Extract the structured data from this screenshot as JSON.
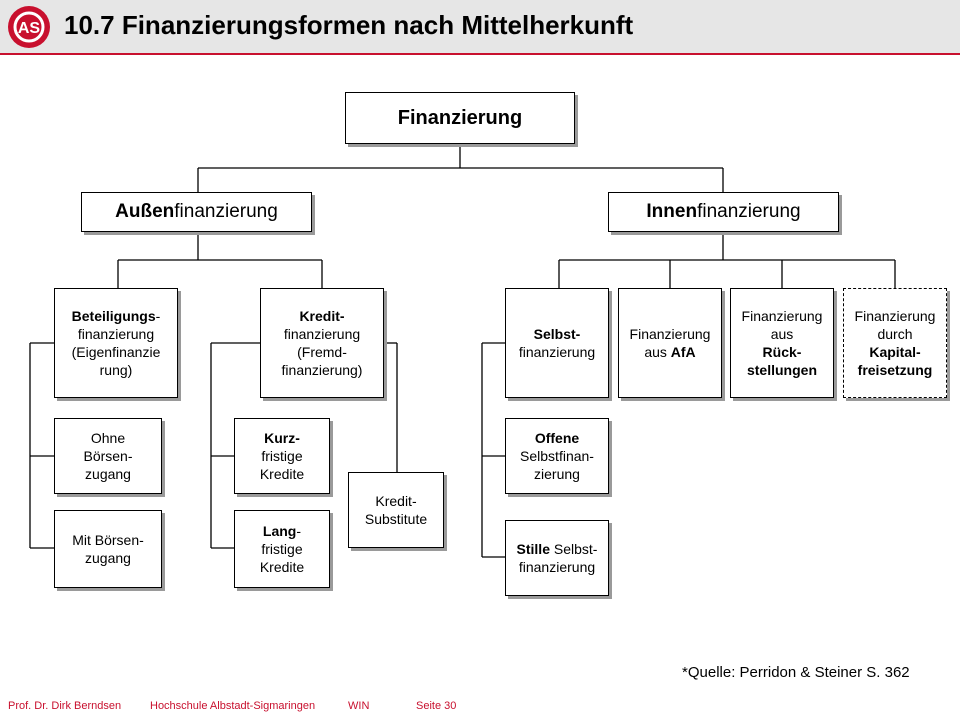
{
  "header": {
    "title": "10.7  Finanzierungsformen nach Mittelherkunft",
    "logo_text": "AS",
    "accent_color": "#c8102e"
  },
  "diagram": {
    "root": "Finanzierung",
    "aussen": {
      "bold": "Außen",
      "rest": "finanzierung"
    },
    "innen": {
      "bold": "Innen",
      "rest": "finanzierung"
    },
    "beteiligung": [
      "Beteiligungs",
      "-",
      "finanzierung",
      "(Eigenfinanzie",
      "rung)"
    ],
    "ohne_boerse": [
      "Ohne",
      "Börsen-",
      "zugang"
    ],
    "mit_boerse": [
      "Mit Börsen-",
      "zugang"
    ],
    "kredit": [
      "Kredit-",
      "finanzierung",
      "(Fremd-",
      "finanzierung)"
    ],
    "kurz": [
      "Kurz-",
      "fristige",
      "Kredite"
    ],
    "lang": [
      "Lang",
      "-",
      "fristige",
      "Kredite"
    ],
    "substitute": [
      "Kredit-",
      "Substitute"
    ],
    "selbst": [
      "Selbst-",
      "finanzierung"
    ],
    "afa": [
      "Finanzierung",
      "aus ",
      "AfA"
    ],
    "rueck": [
      "Finanzierung",
      "aus",
      "Rück-",
      "stellungen"
    ],
    "kapital": [
      "Finanzierung",
      "durch",
      "Kapital-",
      "freisetzung"
    ],
    "offene": [
      "Offene",
      "Selbstfinan-",
      "zierung"
    ],
    "stille": [
      "Stille",
      " Selbst-",
      "finanzierung"
    ]
  },
  "source_note": "*Quelle: Perridon & Steiner S. 362",
  "footer": {
    "author": "Prof. Dr. Dirk Berndsen",
    "school": "Hochschule Albstadt-Sigmaringen",
    "program": "WIN",
    "page": "Seite 30"
  }
}
